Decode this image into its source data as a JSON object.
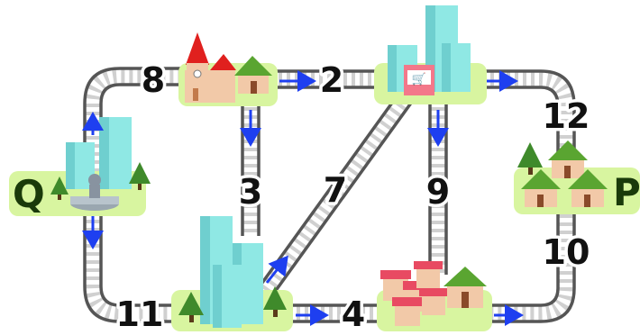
{
  "nodes": {
    "q": {
      "label": "Q"
    },
    "p": {
      "label": "P"
    },
    "church": {
      "label": ""
    },
    "shop": {
      "label": ""
    },
    "towers": {
      "label": ""
    },
    "market": {
      "label": ""
    }
  },
  "edges": {
    "left_top": "8",
    "top_a": "2",
    "right_top": "12",
    "middle_a": "3",
    "diagonal": "7",
    "middle_b": "9",
    "right_bottom": "10",
    "left_bottom": "11",
    "bottom_a": "4"
  },
  "colors": {
    "island": "#d8f5a0",
    "track": "#5a5a5a",
    "tie": "#c9c9c9",
    "arrow": "#1e3ff0",
    "building": "#8fe8e4",
    "house_roof": "#5aa531",
    "church_roof": "#e0201e"
  },
  "icons": [
    "tree-icon",
    "house-icon",
    "church-icon",
    "fountain-icon",
    "shop-icon",
    "skyscraper-icon",
    "market-stall-icon",
    "direction-arrow-icon"
  ]
}
